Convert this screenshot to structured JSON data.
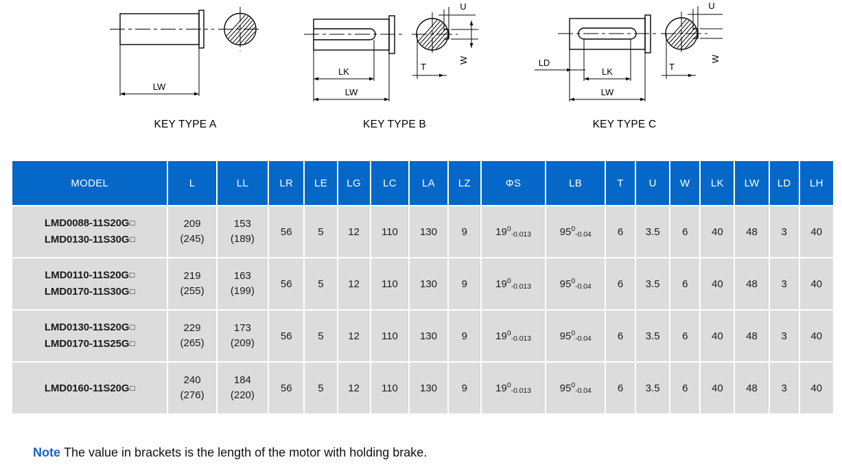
{
  "drawings": [
    {
      "caption": "KEY TYPE A",
      "labels": [
        "LW"
      ]
    },
    {
      "caption": "KEY TYPE B",
      "labels": [
        "LK",
        "LW",
        "U",
        "W",
        "T"
      ]
    },
    {
      "caption": "KEY TYPE C",
      "labels": [
        "LD",
        "LK",
        "LW",
        "U",
        "W",
        "T"
      ]
    }
  ],
  "drawing_labels": {
    "a_lw": "LW",
    "b_lk": "LK",
    "b_lw": "LW",
    "b_u": "U",
    "b_w": "W",
    "b_t": "T",
    "c_ld": "LD",
    "c_lk": "LK",
    "c_lw": "LW",
    "c_u": "U",
    "c_w": "W",
    "c_t": "T"
  },
  "table": {
    "headers": [
      "MODEL",
      "L",
      "LL",
      "LR",
      "LE",
      "LG",
      "LC",
      "LA",
      "LZ",
      "ΦS",
      "LB",
      "T",
      "U",
      "W",
      "LK",
      "LW",
      "LD",
      "LH"
    ],
    "header_color": "#0568c8",
    "cell_color": "#dcdcdc",
    "rows": [
      {
        "models": [
          "LMD0088-11S20G",
          "LMD0130-11S30G"
        ],
        "L": "209",
        "L_brk": "(245)",
        "LL": "153",
        "LL_brk": "(189)",
        "LR": "56",
        "LE": "5",
        "LG": "12",
        "LC": "110",
        "LA": "130",
        "LZ": "9",
        "PhiS_base": "19",
        "PhiS_sup": "0",
        "PhiS_sub": "-0.013",
        "LB_base": "95",
        "LB_sup": "0",
        "LB_sub": "-0.04",
        "T": "6",
        "U": "3.5",
        "W": "6",
        "LK": "40",
        "LW": "48",
        "LD": "3",
        "LH": "40"
      },
      {
        "models": [
          "LMD0110-11S20G",
          "LMD0170-11S30G"
        ],
        "L": "219",
        "L_brk": "(255)",
        "LL": "163",
        "LL_brk": "(199)",
        "LR": "56",
        "LE": "5",
        "LG": "12",
        "LC": "110",
        "LA": "130",
        "LZ": "9",
        "PhiS_base": "19",
        "PhiS_sup": "0",
        "PhiS_sub": "-0.013",
        "LB_base": "95",
        "LB_sup": "0",
        "LB_sub": "-0.04",
        "T": "6",
        "U": "3.5",
        "W": "6",
        "LK": "40",
        "LW": "48",
        "LD": "3",
        "LH": "40"
      },
      {
        "models": [
          "LMD0130-11S20G",
          "LMD0170-11S25G"
        ],
        "L": "229",
        "L_brk": "(265)",
        "LL": "173",
        "LL_brk": "(209)",
        "LR": "56",
        "LE": "5",
        "LG": "12",
        "LC": "110",
        "LA": "130",
        "LZ": "9",
        "PhiS_base": "19",
        "PhiS_sup": "0",
        "PhiS_sub": "-0.013",
        "LB_base": "95",
        "LB_sup": "0",
        "LB_sub": "-0.04",
        "T": "6",
        "U": "3.5",
        "W": "6",
        "LK": "40",
        "LW": "48",
        "LD": "3",
        "LH": "40"
      },
      {
        "models": [
          "LMD0160-11S20G"
        ],
        "L": "240",
        "L_brk": "(276)",
        "LL": "184",
        "LL_brk": "(220)",
        "LR": "56",
        "LE": "5",
        "LG": "12",
        "LC": "110",
        "LA": "130",
        "LZ": "9",
        "PhiS_base": "19",
        "PhiS_sup": "0",
        "PhiS_sub": "-0.013",
        "LB_base": "95",
        "LB_sup": "0",
        "LB_sub": "-0.04",
        "T": "6",
        "U": "3.5",
        "W": "6",
        "LK": "40",
        "LW": "48",
        "LD": "3",
        "LH": "40"
      }
    ]
  },
  "note": {
    "label": "Note",
    "text": "The value in brackets is the length of the motor with holding brake.",
    "color": "#1a5fd0"
  }
}
